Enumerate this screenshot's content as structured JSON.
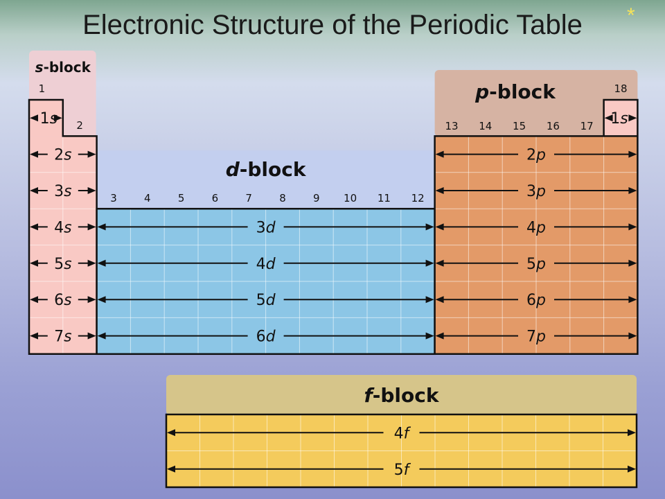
{
  "title": "Electronic Structure of the Periodic Table",
  "star": "*",
  "colors": {
    "s_header": "#eecfd4",
    "s_cells": "#f9c9c4",
    "d_header": "#c3cfef",
    "d_cells": "#8cc6e6",
    "p_header": "#d6b3a3",
    "p_cells": "#e39a68",
    "f_header": "#d6c58a",
    "f_cells": "#f4cb5c"
  },
  "s_block": {
    "label_italic": "s",
    "label_rest": "-block",
    "groups": [
      "1",
      "2"
    ],
    "orbitals": [
      "1s",
      "2s",
      "3s",
      "4s",
      "5s",
      "6s",
      "7s"
    ]
  },
  "d_block": {
    "label_italic": "d",
    "label_rest": "-block",
    "groups": [
      "3",
      "4",
      "5",
      "6",
      "7",
      "8",
      "9",
      "10",
      "11",
      "12"
    ],
    "orbitals": [
      "3d",
      "4d",
      "5d",
      "6d"
    ]
  },
  "p_block": {
    "label_italic": "p",
    "label_rest": "-block",
    "groups": [
      "13",
      "14",
      "15",
      "16",
      "17",
      "18"
    ],
    "he_orbital": "1s",
    "orbitals": [
      "2p",
      "3p",
      "4p",
      "5p",
      "6p",
      "7p"
    ]
  },
  "f_block": {
    "label_italic": "f",
    "label_rest": "-block",
    "orbitals": [
      "4f",
      "5f"
    ]
  }
}
